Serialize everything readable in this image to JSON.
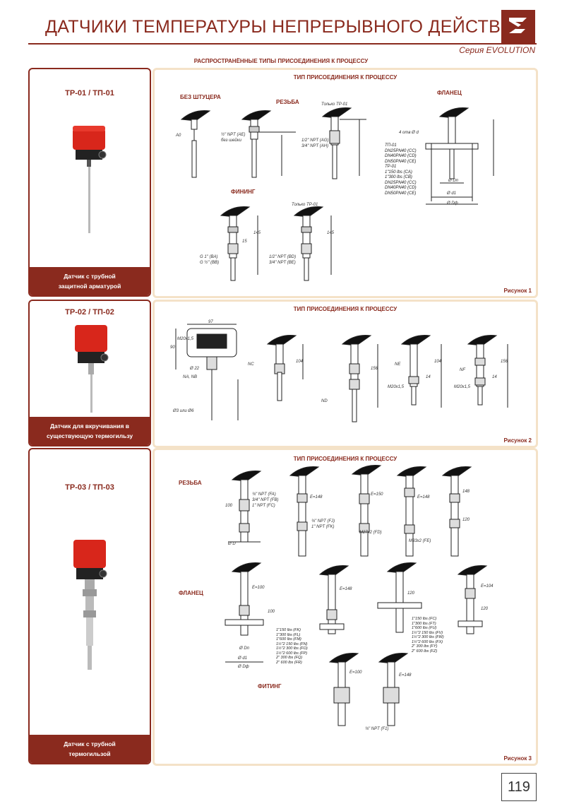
{
  "header": {
    "title": "ДАТЧИКИ ТЕМПЕРАТУРЫ НЕПРЕРЫВНОГО ДЕЙСТВИЯ",
    "series": "Серия EVOLUTION",
    "logo_letter": "E"
  },
  "common_heading": "РАСПРОСТРАНЁННЫЕ ТИПЫ ПРИСОЕДИНЕНИЯ К ПРОЦЕССУ",
  "sections": [
    {
      "model": "TP-01 / ТП-01",
      "caption_line1": "Датчик с трубной",
      "caption_line2": "защитной арматурой",
      "heading": "ТИП ПРИСОЕДИНЕНИЯ К ПРОЦЕССУ",
      "figure": "Рисунок 1",
      "labels": {
        "no_fitting": "БЕЗ ШТУЦЕРА",
        "thread": "РЕЗЬБА",
        "flange": "ФЛАНЕЦ",
        "fitting": "ФИНИНГ",
        "only_tp01_a": "Только TP-01",
        "only_tp01_b": "Только TP-01",
        "a0": "A0",
        "npt_ae": "½\" NPT (AE)",
        "no_neck": "без шейки",
        "npt_ag": "1/2\" NPT (AG)",
        "npt_ah": "3/4\" NPT (AH)",
        "holes": "4 отв Ø d",
        "flange_list": [
          "ТП-01",
          "DN25PN40 (CC)",
          "DN40PN40 (CD)",
          "DN50PN40 (CE)",
          "ТР-01",
          "1\"150 lbs (CA)",
          "1\"300 lbs (CB)",
          "DN25PN40 (CC)",
          "DN40PN40 (CD)",
          "DN50PN40 (CE)"
        ],
        "g1_ba": "G 1\" (BA)",
        "g12_bb": "G ½\" (BB)",
        "npt_bd": "1/2\" NPT (BD)",
        "npt_be": "3/4\" NPT (BE)",
        "dim_145a": "145",
        "dim_145b": "145",
        "dim_15": "15",
        "d_dn": "Ø Dп",
        "d_d1": "Ø d1",
        "d_df": "Ø Dф"
      }
    },
    {
      "model": "TP-02 / ТП-02",
      "caption_line1": "Датчик для вкручивания в",
      "caption_line2": "существующую термогильзу",
      "heading": "ТИП ПРИСОЕДИНЕНИЯ К ПРОЦЕССУ",
      "figure": "Рисунок 2",
      "labels": {
        "dim_97": "97",
        "dim_90": "90",
        "m20": "M20x1,5",
        "d22": "Ø 22",
        "na_nb": "NA, NB",
        "nc": "NC",
        "nd": "ND",
        "ne": "NE",
        "nf": "NF",
        "d3_6": "Ø3 или Ø6",
        "dim_104a": "104",
        "dim_156a": "156",
        "dim_104b": "104",
        "dim_156b": "156",
        "m20b": "M20x1,5",
        "m20c": "M20x1,5",
        "dim_14a": "14",
        "dim_14b": "14"
      }
    },
    {
      "model": "TP-03 / ТП-03",
      "caption_line1": "Датчик с трубной",
      "caption_line2": "термогильзой",
      "heading": "ТИП ПРИСОЕДИНЕНИЯ К ПРОЦЕССУ",
      "figure": "Рисунок 3",
      "labels": {
        "thread": "РЕЗЬБА",
        "flange": "ФЛАНЕЦ",
        "fitting": "ФИТИНГ",
        "e148a": "E=148",
        "e150": "E=150",
        "e148b": "E=148",
        "dim_148": "148",
        "dim_120a": "120",
        "dim_100": "100",
        "npt_fa": "¾\" NPT (FA)",
        "npt_fb": "3/4\" NPT (FB)",
        "npt_fc": "1\" NPT (FC)",
        "npt_fj": "¾\" NPT (FJ)",
        "npt_fk": "1\" NPT (FK)",
        "m27": "M27x2 (FD)",
        "m33": "M33x2 (FE)",
        "d_d": "Ø D",
        "e100a": "E=100",
        "e148c": "E=148",
        "dim_120b": "120",
        "e104": "E=104",
        "dim_120c": "120",
        "dim_100b": "100",
        "flange_list_a": [
          "1\"150 lbs (FK)",
          "1\"300 lbs (FL)",
          "1\"600 lbs (FM)",
          "1½\"2 150 lbs (FN)",
          "1½\"2 300 lbs (FO)",
          "1½\"2 600 lbs (FP)",
          "2\" 300 lbs (FQ)",
          "2\" 600 lbs (FR)"
        ],
        "flange_list_b": [
          "1\"150 lbs (FC)",
          "1\"300 lbs (FT)",
          "1\"600 lbs (FU)",
          "1½\"2 150 lbs (FV)",
          "1½\"2 300 lbs (FW)",
          "1½\"2 600 lbs (FX)",
          "2\" 300 lbs (FY)",
          "2\" 600 lbs (FZ)"
        ],
        "d_dn": "Ø Dп",
        "d_d1": "Ø d1",
        "d_df": "Ø Dф",
        "e100b": "E=100",
        "e148d": "E=148",
        "npt_f1": "¾\" NPT (F1)"
      }
    }
  ],
  "page_number": "119"
}
